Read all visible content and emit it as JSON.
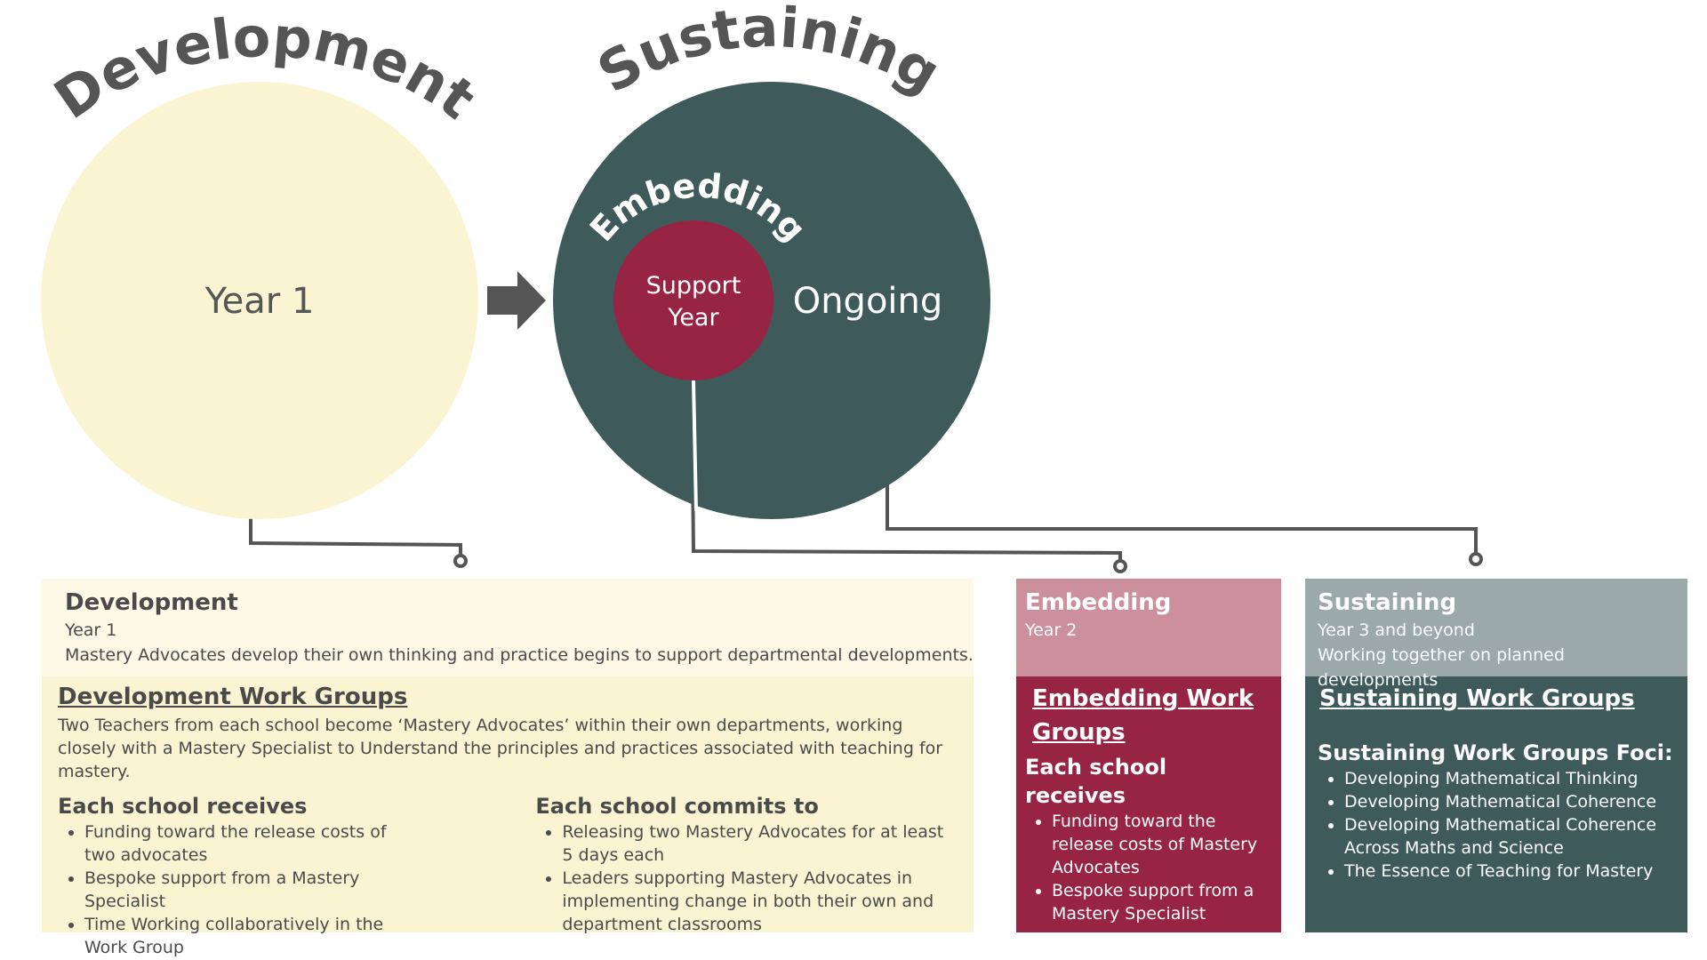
{
  "colors": {
    "cream": "#fbf4d3",
    "cream_light": "#fdf9e6",
    "teal": "#3f5a5a",
    "crimson": "#982443",
    "pink": "#cc909d",
    "gray": "#9ba9a9",
    "text": "#4a4a4a",
    "arrow": "#555555"
  },
  "diagram": {
    "development_arc": "Development",
    "sustaining_arc": "Sustaining",
    "embedding_arc": "Embedding",
    "year1_label": "Year 1",
    "support_line1": "Support",
    "support_line2": "Year",
    "ongoing_label": "Ongoing"
  },
  "development": {
    "title": "Development",
    "year": "Year 1",
    "description": "Mastery Advocates develop their own thinking and practice begins to support departmental developments.",
    "work_groups_title": "Development Work Groups",
    "work_groups_text": "Two Teachers from each school become ‘Mastery Advocates’ within their own departments, working closely with a Mastery Specialist to Understand the principles and practices associated with teaching for mastery.",
    "receives_title": "Each school receives",
    "receives_items": [
      "Funding toward the release costs of two advocates",
      "Bespoke support from a Mastery Specialist",
      "Time Working collaboratively in the Work Group"
    ],
    "commits_title": "Each school commits to",
    "commits_items": [
      "Releasing two Mastery Advocates for at least 5 days each",
      "Leaders supporting Mastery Advocates in implementing change in both their own and department classrooms"
    ]
  },
  "embedding": {
    "title": "Embedding",
    "year": "Year 2",
    "work_groups_title": "Embedding Work Groups",
    "receives_title": "Each school receives",
    "receives_items": [
      "Funding toward the release costs of Mastery Advocates",
      "Bespoke support from a Mastery Specialist"
    ]
  },
  "sustaining": {
    "title": "Sustaining",
    "year": "Year 3 and beyond",
    "description": "Working together on planned developments",
    "work_groups_title": "Sustaining Work Groups",
    "foci_title": "Sustaining Work Groups Foci:",
    "foci_items": [
      "Developing Mathematical Thinking",
      "Developing Mathematical Coherence",
      "Developing Mathematical Coherence Across Maths and Science",
      "The Essence of Teaching for Mastery"
    ]
  }
}
